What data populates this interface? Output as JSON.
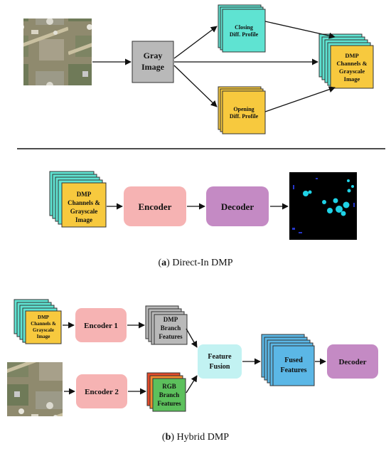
{
  "part_a": {
    "gray_image": [
      "Gray",
      "Image"
    ],
    "closing_profile": [
      "Closing",
      "Diff. Profile"
    ],
    "opening_profile": [
      "Opening",
      "Diff. Profile"
    ],
    "dmp_stack_top": [
      "DMP",
      "Channels &",
      "Grayscale",
      "Image"
    ],
    "dmp_stack_row": [
      "DMP",
      "Channels &",
      "Grayscale",
      "Image"
    ],
    "encoder": "Encoder",
    "decoder": "Decoder",
    "caption_letter": "a",
    "caption_text": " Direct-In DMP"
  },
  "part_b": {
    "dmp_stack": [
      "DMP",
      "Channels &",
      "Grayscale",
      "Image"
    ],
    "encoder1": "Encoder 1",
    "encoder2": "Encoder 2",
    "dmp_branch": [
      "DMP",
      "Branch",
      "Features"
    ],
    "rgb_branch": [
      "RGB",
      "Branch",
      "Features"
    ],
    "feature_fusion": [
      "Feature",
      "Fusion"
    ],
    "fused_features": [
      "Fused",
      "Features"
    ],
    "decoder": "Decoder",
    "caption_letter": "b",
    "caption_text": " Hybrid DMP"
  },
  "colors": {
    "teal": "#5fe3d2",
    "yellow": "#f7c93e",
    "gray_box": "#b9b9b9",
    "encoder": "#f6b3b3",
    "decoder": "#c48ac4",
    "fusion": "#c2f2f2",
    "fused": "#5bb7e6",
    "rgb_red": "#e24a2a",
    "rgb_orange": "#f28a2e",
    "rgb_green": "#5cc05c"
  }
}
